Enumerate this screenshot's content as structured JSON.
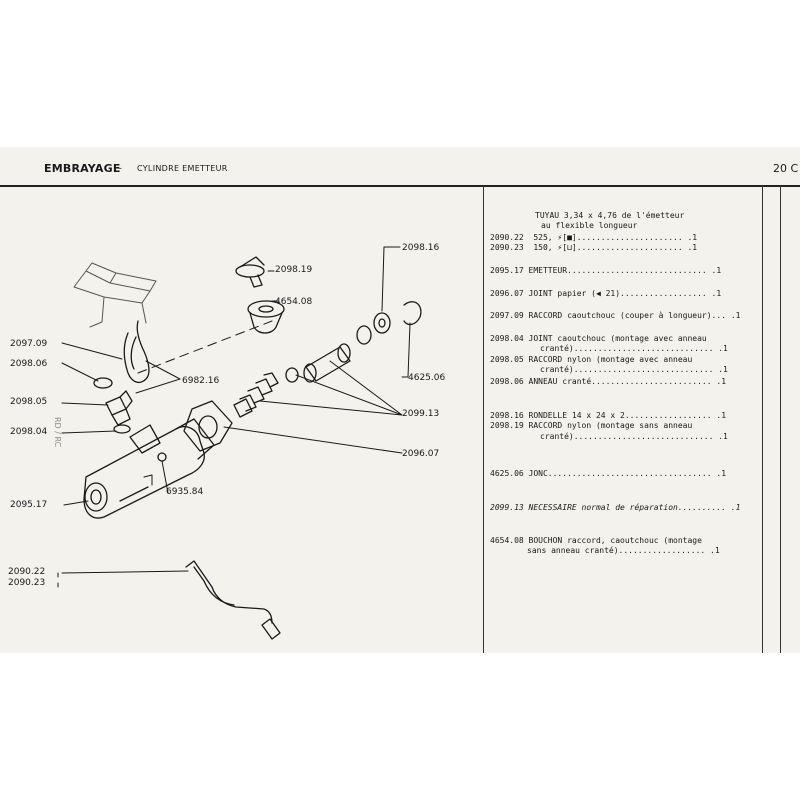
{
  "header": {
    "title": "EMBRAYAGE",
    "separator": "–",
    "subtitle": "CYLINDRE EMETTEUR",
    "page": "20 C"
  },
  "margin_note": "RD / RC",
  "diagram_refs": [
    {
      "id": "r1",
      "text": "2098.19"
    },
    {
      "id": "r2",
      "text": "2098.16"
    },
    {
      "id": "r3",
      "text": "4654.08"
    },
    {
      "id": "r4",
      "text": "2097.09"
    },
    {
      "id": "r5",
      "text": "2098.06"
    },
    {
      "id": "r6",
      "text": "6982.16"
    },
    {
      "id": "r7",
      "text": "2098.05"
    },
    {
      "id": "r8",
      "text": "4625.06"
    },
    {
      "id": "r9",
      "text": "2099.13"
    },
    {
      "id": "r10",
      "text": "2098.04"
    },
    {
      "id": "r11",
      "text": "2096.07"
    },
    {
      "id": "r12",
      "text": "6935.84"
    },
    {
      "id": "r13",
      "text": "2095.17"
    },
    {
      "id": "r14",
      "text": "2090.22"
    },
    {
      "id": "r15",
      "text": "2090.23"
    }
  ],
  "parts_list": [
    {
      "id": "l1",
      "text": "TUYAU 3,34 x 4,76 de l'émetteur"
    },
    {
      "id": "l2",
      "text": "au flexible longueur"
    },
    {
      "id": "l3",
      "text": "2090.22  525, ⚡[■]...................... .1"
    },
    {
      "id": "l4",
      "text": "2090.23  150, ⚡[⊔]...................... .1"
    },
    {
      "id": "l5",
      "text": "2095.17 EMETTEUR............................. .1"
    },
    {
      "id": "l6",
      "text": "2096.07 JOINT papier (◀ 21).................. .1"
    },
    {
      "id": "l7",
      "text": "2097.09 RACCORD caoutchouc (couper à longueur)... .1"
    },
    {
      "id": "l8",
      "text": "2098.04 JOINT caoutchouc (montage avec anneau"
    },
    {
      "id": "l9",
      "text": "cranté)............................. .1"
    },
    {
      "id": "l10",
      "text": "2098.05 RACCORD nylon (montage avec anneau"
    },
    {
      "id": "l11",
      "text": "cranté)............................. .1"
    },
    {
      "id": "l12",
      "text": "2098.06 ANNEAU cranté......................... .1"
    },
    {
      "id": "l13",
      "text": "2098.16 RONDELLE 14 x 24 x 2.................. .1"
    },
    {
      "id": "l14",
      "text": "2098.19 RACCORD nylon (montage sans anneau"
    },
    {
      "id": "l15",
      "text": "cranté)............................. .1"
    },
    {
      "id": "l16",
      "text": "4625.06 JONC.................................. .1"
    },
    {
      "id": "l17",
      "text": "2099.13 NECESSAIRE normal de réparation.......... .1"
    },
    {
      "id": "l18",
      "text": "4654.08 BOUCHON raccord, caoutchouc (montage"
    },
    {
      "id": "l19",
      "text": "sans anneau cranté).................. .1"
    }
  ]
}
